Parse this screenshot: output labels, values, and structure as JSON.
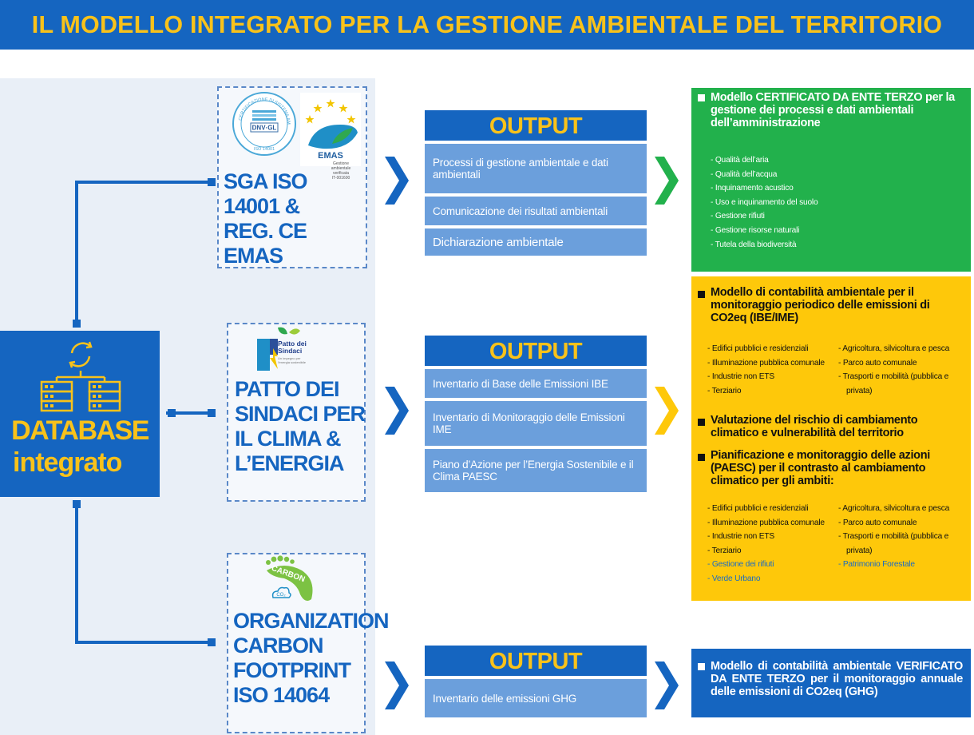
{
  "header": {
    "title": "IL MODELLO INTEGRATO PER LA GESTIONE AMBIENTALE DEL TERRITORIO"
  },
  "database": {
    "title": "DATABASE",
    "subtitle": "integrato"
  },
  "certifications": [
    {
      "name_lines": [
        "SGA ISO",
        "14001 &",
        "REG. CE EMAS"
      ],
      "logo_dnv_ring": "CERTIFICAZIONE DI SISTEMA AMBIENTALE",
      "logo_dnv_text": "DNV·GL",
      "logo_dnv_iso": "ISO 14001",
      "logo_emas_text": "EMAS",
      "logo_emas_sub": [
        "Gestione",
        "ambientale",
        "verificata"
      ],
      "logo_emas_reg": "IT-001600"
    },
    {
      "name_lines": [
        "PATTO DEI",
        "SINDACI PER",
        "IL CLIMA &",
        "L’ENERGIA"
      ],
      "logo_title": [
        "Patto dei",
        "Sindaci"
      ],
      "logo_sub": [
        "Un impegno per",
        "l'energia sostenibile"
      ]
    },
    {
      "name_lines": [
        "ORGANIZATION",
        "CARBON",
        "FOOTPRINT",
        "ISO 14064"
      ],
      "logo_text": "CARBON",
      "logo_co2": "CO₂"
    }
  ],
  "outputs": [
    {
      "head": "OUTPUT",
      "items": [
        "Processi di gestione ambientale e dati ambientali",
        "Comunicazione dei risultati ambientali",
        "Dichiarazione ambientale"
      ]
    },
    {
      "head": "OUTPUT",
      "items": [
        "Inventario di Base delle Emissioni IBE",
        "Inventario di Monitoraggio delle Emissioni IME",
        "Piano d’Azione per l’Energia Sostenibile e il Clima PAESC"
      ]
    },
    {
      "head": "OUTPUT",
      "items": [
        "Inventario delle emissioni GHG"
      ]
    }
  ],
  "results": {
    "green": {
      "head": "Modello CERTIFICATO DA ENTE TERZO per la gestione dei processi e dati ambientali dell’amministrazione",
      "items": [
        "- Qualità dell’aria",
        "- Qualità dell’acqua",
        "- Inquinamento acustico",
        "- Uso e inquinamento del suolo",
        "- Gestione rifiuti",
        "- Gestione risorse naturali",
        "- Tutela della biodiversità"
      ]
    },
    "yellow": {
      "head1": "Modello di contabilità ambientale per il monitoraggio periodico delle emissioni di CO2eq (IBE/IME)",
      "list1_left": [
        "- Edifici pubblici e residenziali",
        "- Illuminazione pubblica comunale",
        "- Industrie non ETS",
        "- Terziario"
      ],
      "list1_right": [
        "- Agricoltura, silvicoltura e pesca",
        "- Parco auto comunale",
        "- Trasporti e mobilità (pubblica e",
        "privata)"
      ],
      "head2": "Valutazione del rischio di cambiamento climatico e vulnerabilità del territorio",
      "head3": "Pianificazione e monitoraggio delle azioni (PAESC) per il contrasto al cambiamento climatico per gli ambiti:",
      "list3_left": [
        "- Edifici pubblici e residenziali",
        "- Illuminazione pubblica comunale",
        "- Industrie non ETS",
        "- Terziario"
      ],
      "list3_left_blue": [
        "- Gestione dei rifiuti",
        "- Verde Urbano"
      ],
      "list3_right": [
        "- Agricoltura, silvicoltura e pesca",
        "- Parco auto comunale",
        "- Trasporti e mobilità (pubblica e",
        "privata)"
      ],
      "list3_right_blue": [
        "- Patrimonio Forestale"
      ]
    },
    "blue": {
      "head": "Modello di contabilità ambientale VERIFICATO DA ENTE TERZO per il monitoraggio annuale delle emissioni di CO2eq (GHG)"
    }
  },
  "colors": {
    "brand_blue": "#1565c0",
    "accent_yellow": "#f9c21a",
    "output_item_blue": "#6b9fdc",
    "green_panel": "#22b14c",
    "yellow_panel": "#fec80a",
    "panel_bg": "#e9eff7"
  },
  "icons": [
    "database-sync-icon",
    "chevron-right-icon",
    "dnv-gl-logo",
    "emas-logo",
    "patto-dei-sindaci-logo",
    "carbon-footprint-logo",
    "bullet-square-icon"
  ]
}
